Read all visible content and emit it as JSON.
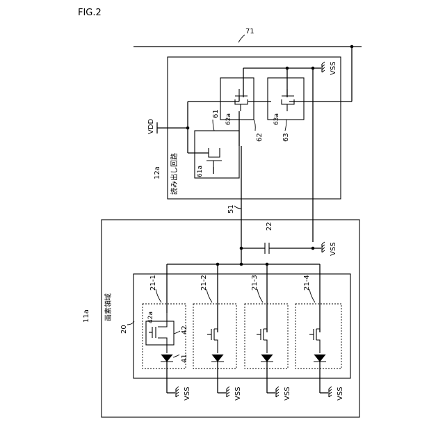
{
  "figure": {
    "title": "FIG.2",
    "bus_label": "71",
    "readout": {
      "ref": "12a",
      "name": "読み出し回路"
    },
    "pixel_block": {
      "ref": "11a",
      "name": "画素領域"
    },
    "supply_label": "VDD",
    "ground_label": "VSS",
    "signal_line_label": "51",
    "capacitor_label": "22",
    "transistors": {
      "t61": {
        "ref": "61",
        "gate": "61a"
      },
      "t62": {
        "ref": "62",
        "gate": "62a"
      },
      "t63": {
        "ref": "63",
        "gate": "63a"
      }
    },
    "pixel_area_ref": "20",
    "pixels": [
      {
        "ref": "21-1"
      },
      {
        "ref": "21-2"
      },
      {
        "ref": "21-3"
      },
      {
        "ref": "21-4"
      }
    ],
    "pixel1_parts": {
      "transistor": "42",
      "gate": "42a",
      "diode": "41"
    }
  }
}
